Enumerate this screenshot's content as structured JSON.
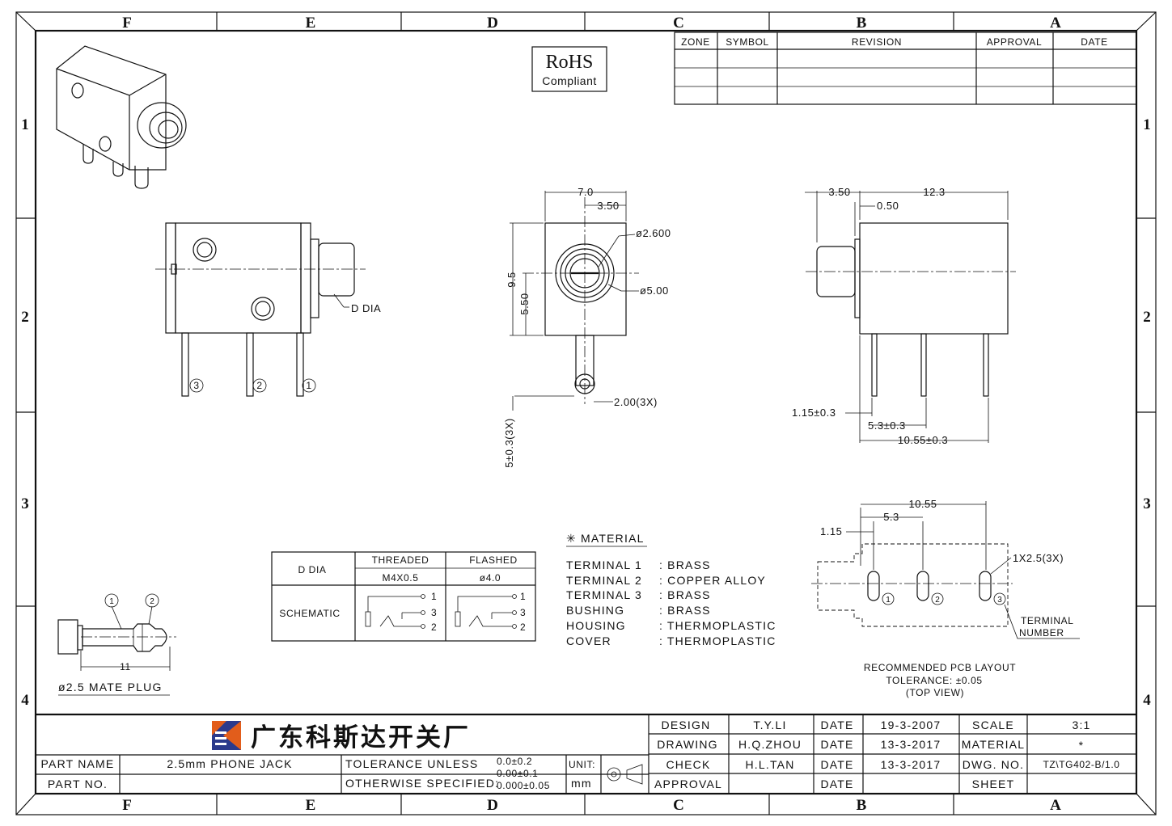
{
  "border": {
    "cols": [
      "F",
      "E",
      "D",
      "C",
      "B",
      "A"
    ],
    "rows": [
      "1",
      "2",
      "3",
      "4"
    ]
  },
  "rohs": {
    "title": "RoHS",
    "subtitle": "Compliant"
  },
  "revision_table": {
    "headers": [
      "ZONE",
      "SYMBOL",
      "REVISION",
      "APPROVAL",
      "DATE"
    ]
  },
  "front_view": {
    "dim_width": "7.0",
    "dim_half": "3.50",
    "dim_hole": "ø2.600",
    "dim_bush": "ø5.00",
    "dim_height": "9.5",
    "dim_center": "5.50",
    "dim_pin": "2.00(3X)",
    "dim_pin_len": "5±0.3(3X)"
  },
  "side_view_left": {
    "label": "D DIA",
    "pins": [
      "3",
      "2",
      "1"
    ]
  },
  "side_view_right": {
    "dim_a": "3.50",
    "dim_b": "12.3",
    "dim_c": "0.50",
    "dim_d": "1.15±0.3",
    "dim_e": "5.3±0.3",
    "dim_f": "10.55±0.3"
  },
  "pcb_layout": {
    "dim_a": "10.55",
    "dim_b": "5.3",
    "dim_c": "1.15",
    "hole": "1X2.5(3X)",
    "terminal_label_1": "TERMINAL",
    "terminal_label_2": "NUMBER",
    "pins": [
      "1",
      "2",
      "3"
    ],
    "caption": [
      "RECOMMENDED PCB LAYOUT",
      "TOLERANCE: ±0.05",
      "(TOP VIEW)"
    ]
  },
  "ddia_table": {
    "col1": "D DIA",
    "col2": "THREADED",
    "col3": "FLASHED",
    "thread": "M4X0.5",
    "flash": "ø4.0",
    "row2": "SCHEMATIC",
    "pins": [
      "1",
      "3",
      "2"
    ]
  },
  "material": {
    "title": "✳ MATERIAL",
    "items": [
      {
        "part": "TERMINAL 1",
        "mat": ": BRASS"
      },
      {
        "part": "TERMINAL 2",
        "mat": ": COPPER  ALLOY"
      },
      {
        "part": "TERMINAL 3",
        "mat": ": BRASS"
      },
      {
        "part": "BUSHING",
        "mat": ": BRASS"
      },
      {
        "part": "HOUSING",
        "mat": ": THERMOPLASTIC"
      },
      {
        "part": "COVER",
        "mat": ": THERMOPLASTIC"
      }
    ]
  },
  "plug": {
    "dim": "11",
    "caption": "ø2.5 MATE PLUG",
    "pins": [
      "1",
      "2"
    ]
  },
  "title_block": {
    "company": "广东科斯达开关厂",
    "part_name_label": "PART NAME",
    "part_name": "2.5mm PHONE JACK",
    "part_no_label": "PART NO.",
    "part_no": "",
    "tol_1": "TOLERANCE  UNLESS",
    "tol_2": "OTHERWISE  SPECIFIED:",
    "tol_v1": "0.0±0.2",
    "tol_v2": "0.00±0.1",
    "tol_v3": "0.000±0.05",
    "unit_label": "UNIT:",
    "unit": "mm",
    "rows": [
      {
        "role": "DESIGN",
        "name": "T.Y.LI",
        "date_label": "DATE",
        "date": "19-3-2007",
        "key": "SCALE",
        "value": "3:1"
      },
      {
        "role": "DRAWING",
        "name": "H.Q.ZHOU",
        "date_label": "DATE",
        "date": "13-3-2017",
        "key": "MATERIAL",
        "value": "*"
      },
      {
        "role": "CHECK",
        "name": "H.L.TAN",
        "date_label": "DATE",
        "date": "13-3-2017",
        "key": "DWG. NO.",
        "value": "TZ\\TG402-B/1.0"
      },
      {
        "role": "APPROVAL",
        "name": "",
        "date_label": "DATE",
        "date": "",
        "key": "SHEET",
        "value": ""
      }
    ]
  }
}
